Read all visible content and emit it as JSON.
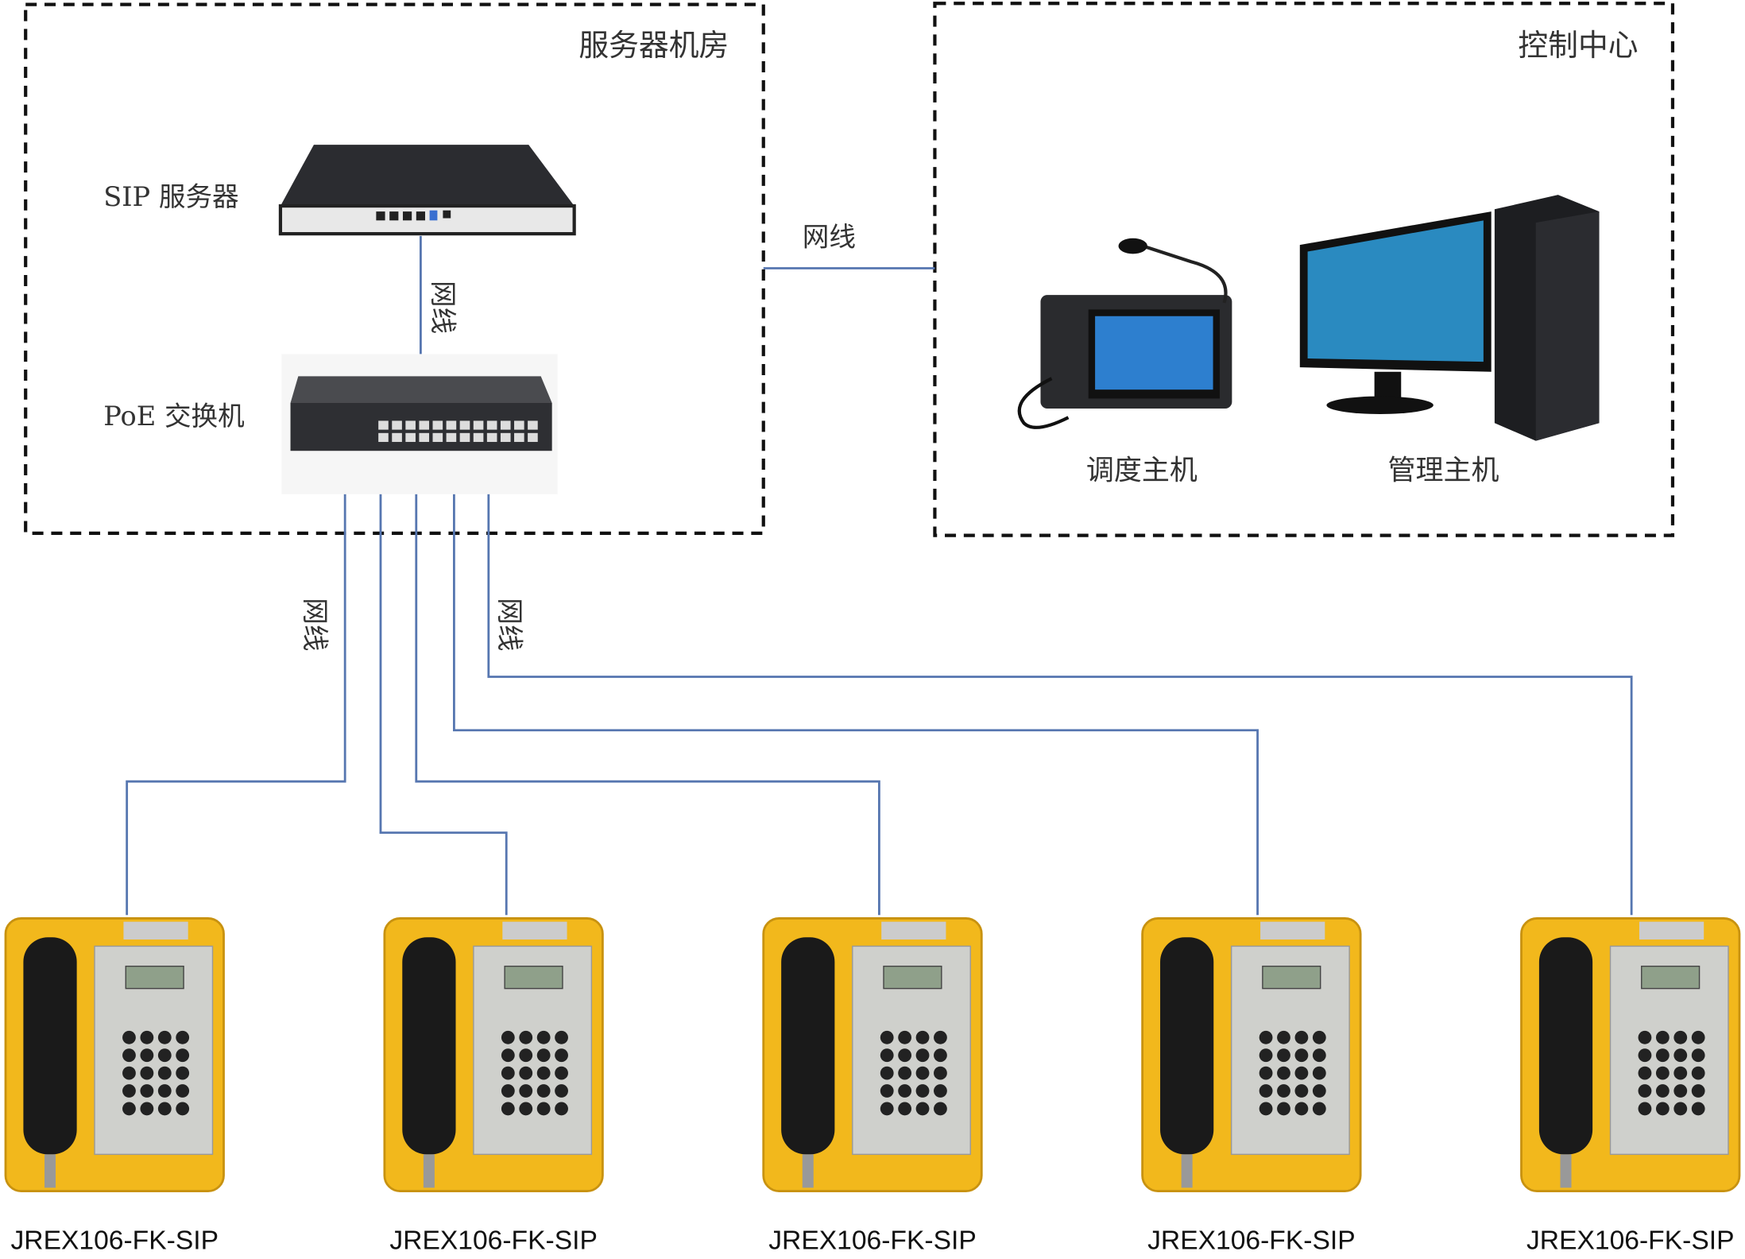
{
  "zones": {
    "server_room": "服务器机房",
    "control_center": "控制中心"
  },
  "devices": {
    "sip_server": "SIP 服务器",
    "poe_switch": "PoE 交换机",
    "dispatch_host": "调度主机",
    "management_host": "管理主机"
  },
  "cable_label": "网线",
  "phones": [
    {
      "model": "JREX106-FK-SIP"
    },
    {
      "model": "JREX106-FK-SIP"
    },
    {
      "model": "JREX106-FK-SIP"
    },
    {
      "model": "JREX106-FK-SIP"
    },
    {
      "model": "JREX106-FK-SIP"
    }
  ],
  "colors": {
    "wire": "#5676b0",
    "phone_body": "#f2b81c",
    "dashed_border": "#111111"
  }
}
